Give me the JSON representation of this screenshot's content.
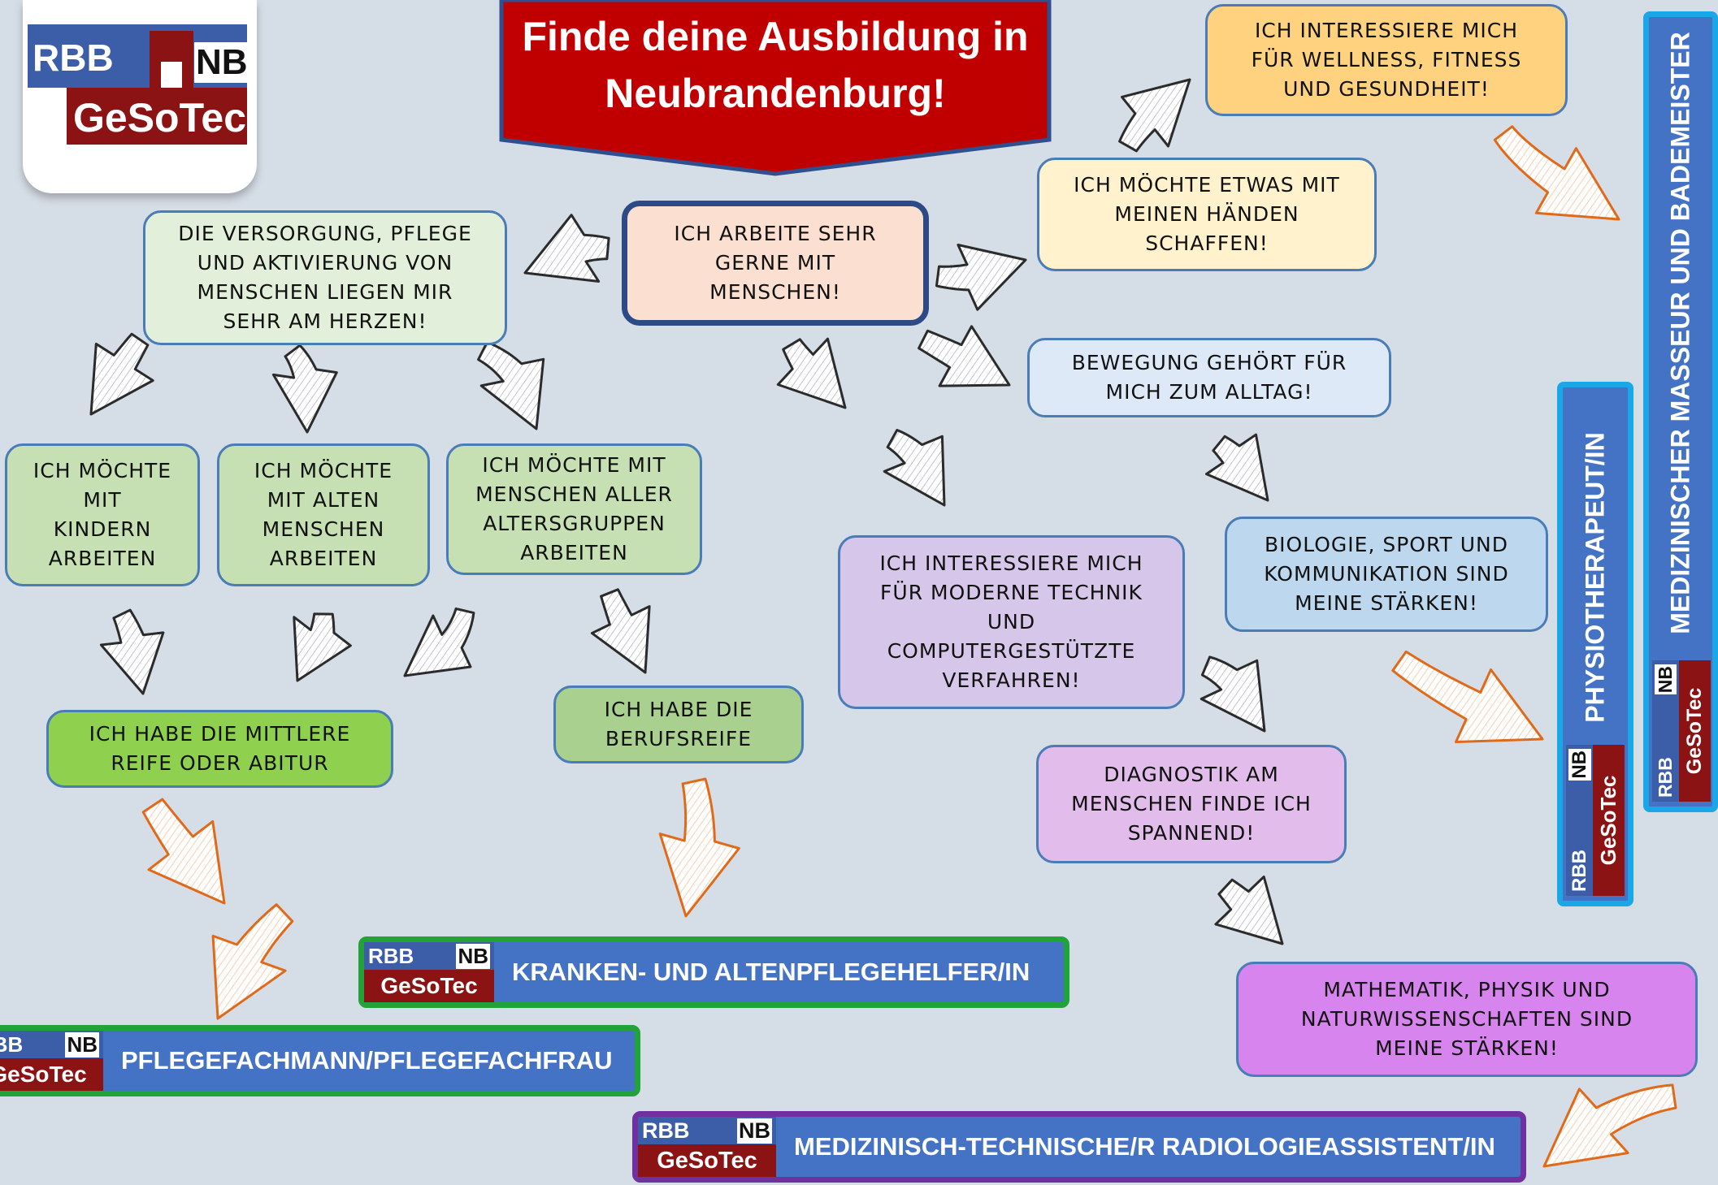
{
  "title": "Finde deine Ausbildung in Neubrandenburg!",
  "logo": {
    "top_left": "RBB",
    "top_right": "NB",
    "bottom": "GeSoTec"
  },
  "start": "ICH ARBEITE SEHR\nGERNE MIT\nMENSCHEN!",
  "care": {
    "main": "DIE VERSORGUNG, PFLEGE\nUND AKTIVIERUNG VON\nMENSCHEN LIEGEN MIR\nSEHR AM HERZEN!",
    "kids": "ICH MÖCHTE\nMIT\nKINDERN\nARBEITEN",
    "elderly": "ICH MÖCHTE\nMIT ALTEN\nMENSCHEN\nARBEITEN",
    "all_ages": "ICH MÖCHTE MIT\nMENSCHEN ALLER\nALTERSGRUPPEN\nARBEITEN",
    "mittlere_reife": "ICH HABE DIE MITTLERE\nREIFE ODER ABITUR",
    "berufsreife": "ICH HABE DIE\nBERUFSREIFE"
  },
  "right": {
    "wellness": "ICH INTERESSIERE MICH\nFÜR WELLNESS, FITNESS\nUND GESUNDHEIT!",
    "hands": "ICH MÖCHTE ETWAS MIT\nMEINEN HÄNDEN\nSCHAFFEN!",
    "movement": "BEWEGUNG GEHÖRT FÜR\nMICH ZUM ALLTAG!",
    "bio": "BIOLOGIE, SPORT UND\nKOMMUNIKATION SIND\nMEINE STÄRKEN!",
    "tech": "ICH INTERESSIERE MICH\nFÜR MODERNE TECHNIK\nUND\nCOMPUTERGESTÜTZTE\nVERFAHREN!",
    "diagnostics": "DIAGNOSTIK AM\nMENSCHEN FINDE ICH\nSPANNEND!",
    "math": "MATHEMATIK, PHYSIK UND\nNATURWISSENSCHAFTEN SIND\nMEINE STÄRKEN!"
  },
  "results": {
    "kranken": "KRANKEN- UND ALTENPFLEGEHELFER/IN",
    "pflege": "PFLEGEFACHMANN/PFLEGEFACHFRAU",
    "mtra": "MEDIZINISCH-TECHNISCHE/R RADIOLOGIEASSISTENT/IN",
    "physio": "PHYSIOTHERAPEUT/IN",
    "masseur": "MEDIZINISCHER MASSEUR UND BADEMEISTER"
  },
  "colors": {
    "background": "#d5dde6",
    "title_banner": "#c00000",
    "result_blue": "#4472c4",
    "green_border": "#22a33a",
    "purple_border": "#7030a0",
    "cyan_border": "#1aa7e8",
    "orange_arrow": "#e87a2a"
  }
}
